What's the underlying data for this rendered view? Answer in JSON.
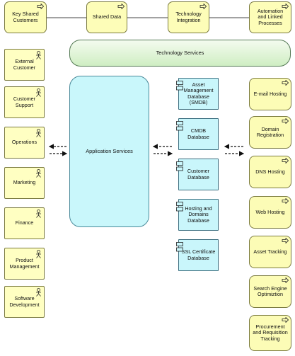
{
  "top_processes": [
    {
      "label": "Key Shared Customers",
      "icon": "process-arrow-icon"
    },
    {
      "label": "Shared Data",
      "icon": "process-arrow-icon"
    },
    {
      "label": "Technology Integration",
      "icon": "process-arrow-icon"
    },
    {
      "label": "Automation and Linked Processes",
      "icon": "process-arrow-icon"
    }
  ],
  "technology_services": {
    "label": "Technology Services"
  },
  "application_services": {
    "label": "Application Services"
  },
  "actors": [
    {
      "label": "External Customer",
      "icon": "actor-icon"
    },
    {
      "label": "Customer Support",
      "icon": "actor-icon"
    },
    {
      "label": "Operations",
      "icon": "actor-icon"
    },
    {
      "label": "Marketing",
      "icon": "actor-icon"
    },
    {
      "label": "Finance",
      "icon": "actor-icon"
    },
    {
      "label": "Product Management",
      "icon": "actor-icon"
    },
    {
      "label": "Software Development",
      "icon": "actor-icon"
    }
  ],
  "databases": [
    {
      "label": "Asset Management Database (SMDB)",
      "icon": "component-icon"
    },
    {
      "label": "CMDB Database",
      "icon": "component-icon"
    },
    {
      "label": "Customer Database",
      "icon": "component-icon"
    },
    {
      "label": "Hosting and Domains Database",
      "icon": "component-icon"
    },
    {
      "label": "SSL Certificate Database",
      "icon": "component-icon"
    }
  ],
  "services": [
    {
      "label": "E-mail Hosting",
      "icon": "service-arrow-icon"
    },
    {
      "label": "Domain Registration",
      "icon": "service-arrow-icon"
    },
    {
      "label": "DNS Hosting",
      "icon": "service-arrow-icon"
    },
    {
      "label": "Web Hosting",
      "icon": "service-arrow-icon"
    },
    {
      "label": "Asset Tracking",
      "icon": "service-arrow-icon"
    },
    {
      "label": "Search Engine Optimiztion",
      "icon": "service-arrow-icon"
    },
    {
      "label": "Procurement and Requisition Tracking",
      "icon": "service-arrow-icon"
    }
  ],
  "colors": {
    "process_fill": "#fdfdb8",
    "technology_fill": "#cfeec3",
    "application_fill": "#c9f7fb",
    "database_fill": "#c9f6fb",
    "border": "#7a7a40"
  }
}
